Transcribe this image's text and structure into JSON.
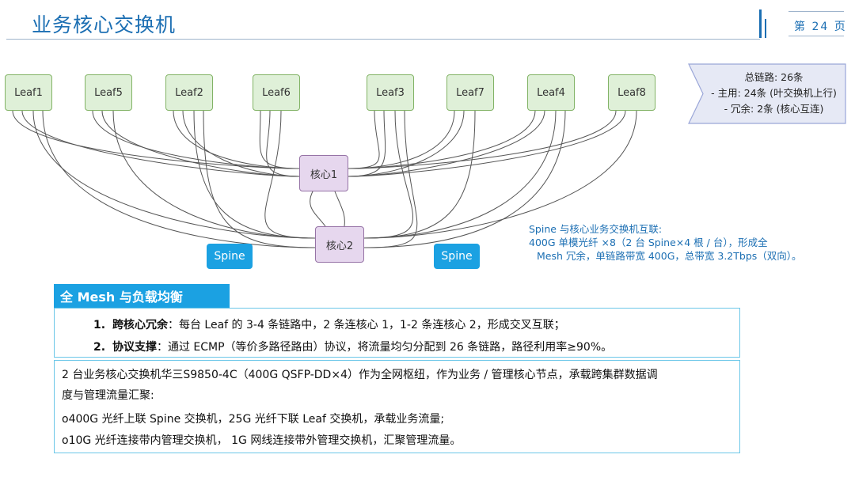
{
  "header": {
    "title": "业务核心交换机",
    "page_number": "第 24 页"
  },
  "diagram": {
    "leaves": [
      "Leaf1",
      "Leaf5",
      "Leaf2",
      "Leaf6",
      "Leaf3",
      "Leaf7",
      "Leaf4",
      "Leaf8"
    ],
    "cores": [
      "核心1",
      "核心2"
    ],
    "spines": [
      "Spine",
      "Spine"
    ],
    "colors": {
      "leaf_fill": "#dff0d8",
      "leaf_border": "#82b366",
      "core_fill": "#e6d7ee",
      "core_border": "#9673a6",
      "spine_fill": "#1ba1e2",
      "summary_fill": "#e6e9f5",
      "summary_border": "#9aa6d8",
      "link": "#555555"
    }
  },
  "summary": {
    "total": "总链路: 26条",
    "primary": "- 主用: 24条 (叶交换机上行)",
    "redundant": "- 冗余: 2条 (核心互连)"
  },
  "interconnect": {
    "line1": "Spine 与核心业务交换机互联:",
    "line2": "400G 单模光纤 ×8（2 台 Spine×4 根 / 台），形成全",
    "line3": "Mesh 冗余，单链路带宽 400G，总带宽 3.2Tbps（双向）。"
  },
  "section": {
    "header": "全 Mesh 与负载均衡",
    "items": [
      {
        "num": "1.",
        "label": "跨核心冗余",
        "text": "：每台 Leaf 的 3-4 条链路中，2 条连核心 1，1-2 条连核心 2，形成交叉互联；"
      },
      {
        "num": "2.",
        "label": "协议支撑",
        "text": "：通过 ECMP（等价多路径路由）协议，将流量均匀分配到 26 条链路，路径利用率≥90%。"
      }
    ]
  },
  "description": {
    "line1": "2 台业务核心交换机华三S9850-4C（400G QSFP-DD×4）作为全网枢纽，作为业务 / 管理核心节点，承载跨集群数据调",
    "line2": "度与管理流量汇聚:",
    "line3": "o400G 光纤上联 Spine 交换机，25G 光纤下联 Leaf 交换机，承载业务流量;",
    "line4": "o10G 光纤连接带内管理交换机， 1G 网线连接带外管理交换机，汇聚管理流量。"
  }
}
